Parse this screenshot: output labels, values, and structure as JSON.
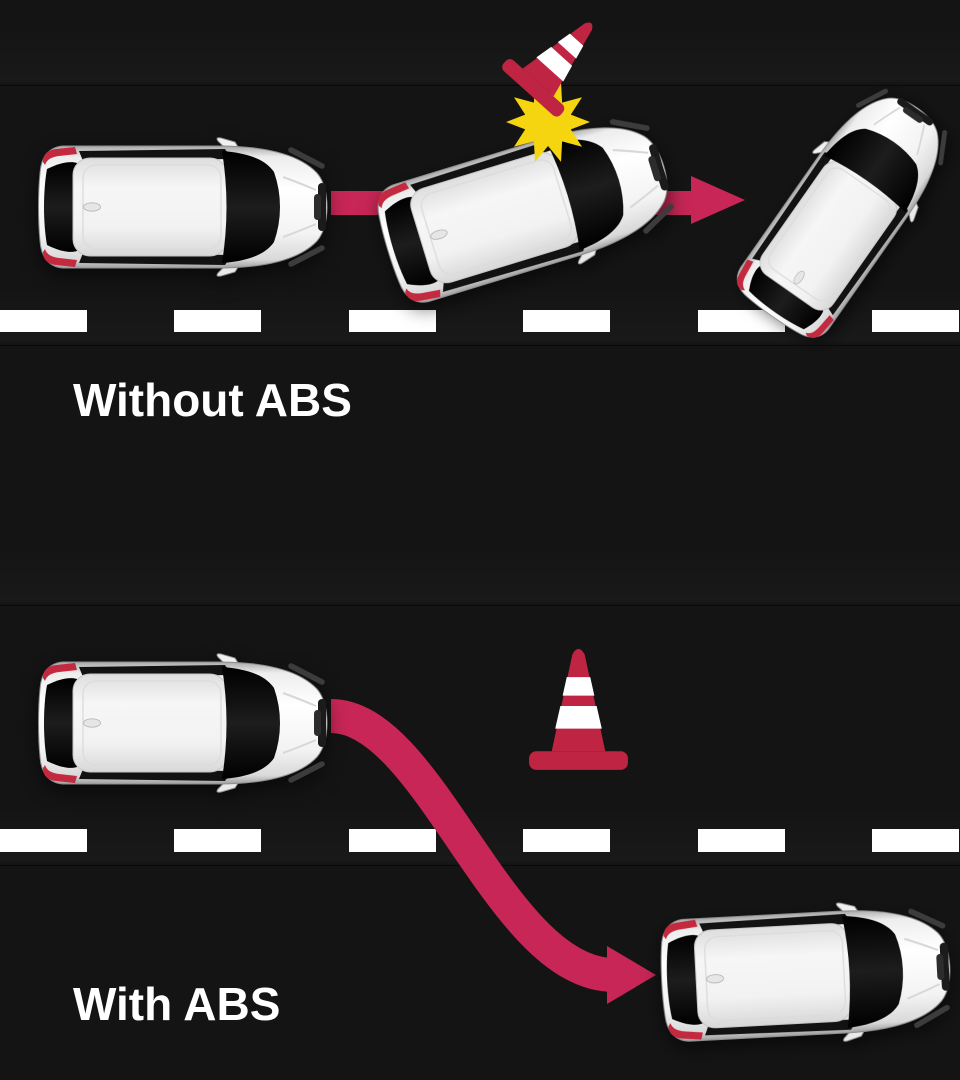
{
  "labels": {
    "top_panel": "Without ABS",
    "bottom_panel": "With ABS"
  },
  "colors": {
    "background": "#141414",
    "accent_arrow": "#C72656",
    "cone_red": "#BF2543",
    "burst_yellow": "#F5D50F",
    "lane_white": "#FFFFFF",
    "label_white": "#FFFFFF",
    "car_body": "#FFFFFF",
    "car_glass": "#0B0B0B",
    "taillight_red": "#C3293F"
  },
  "icons": {
    "car": "top-view-white-suv-icon",
    "cone": "traffic-cone-icon",
    "burst": "crash-impact-burst-icon",
    "straight_arrow": "straight-right-arrow-icon",
    "curved_arrow": "swerve-curve-arrow-icon",
    "lane": "dashed-lane-marking"
  }
}
